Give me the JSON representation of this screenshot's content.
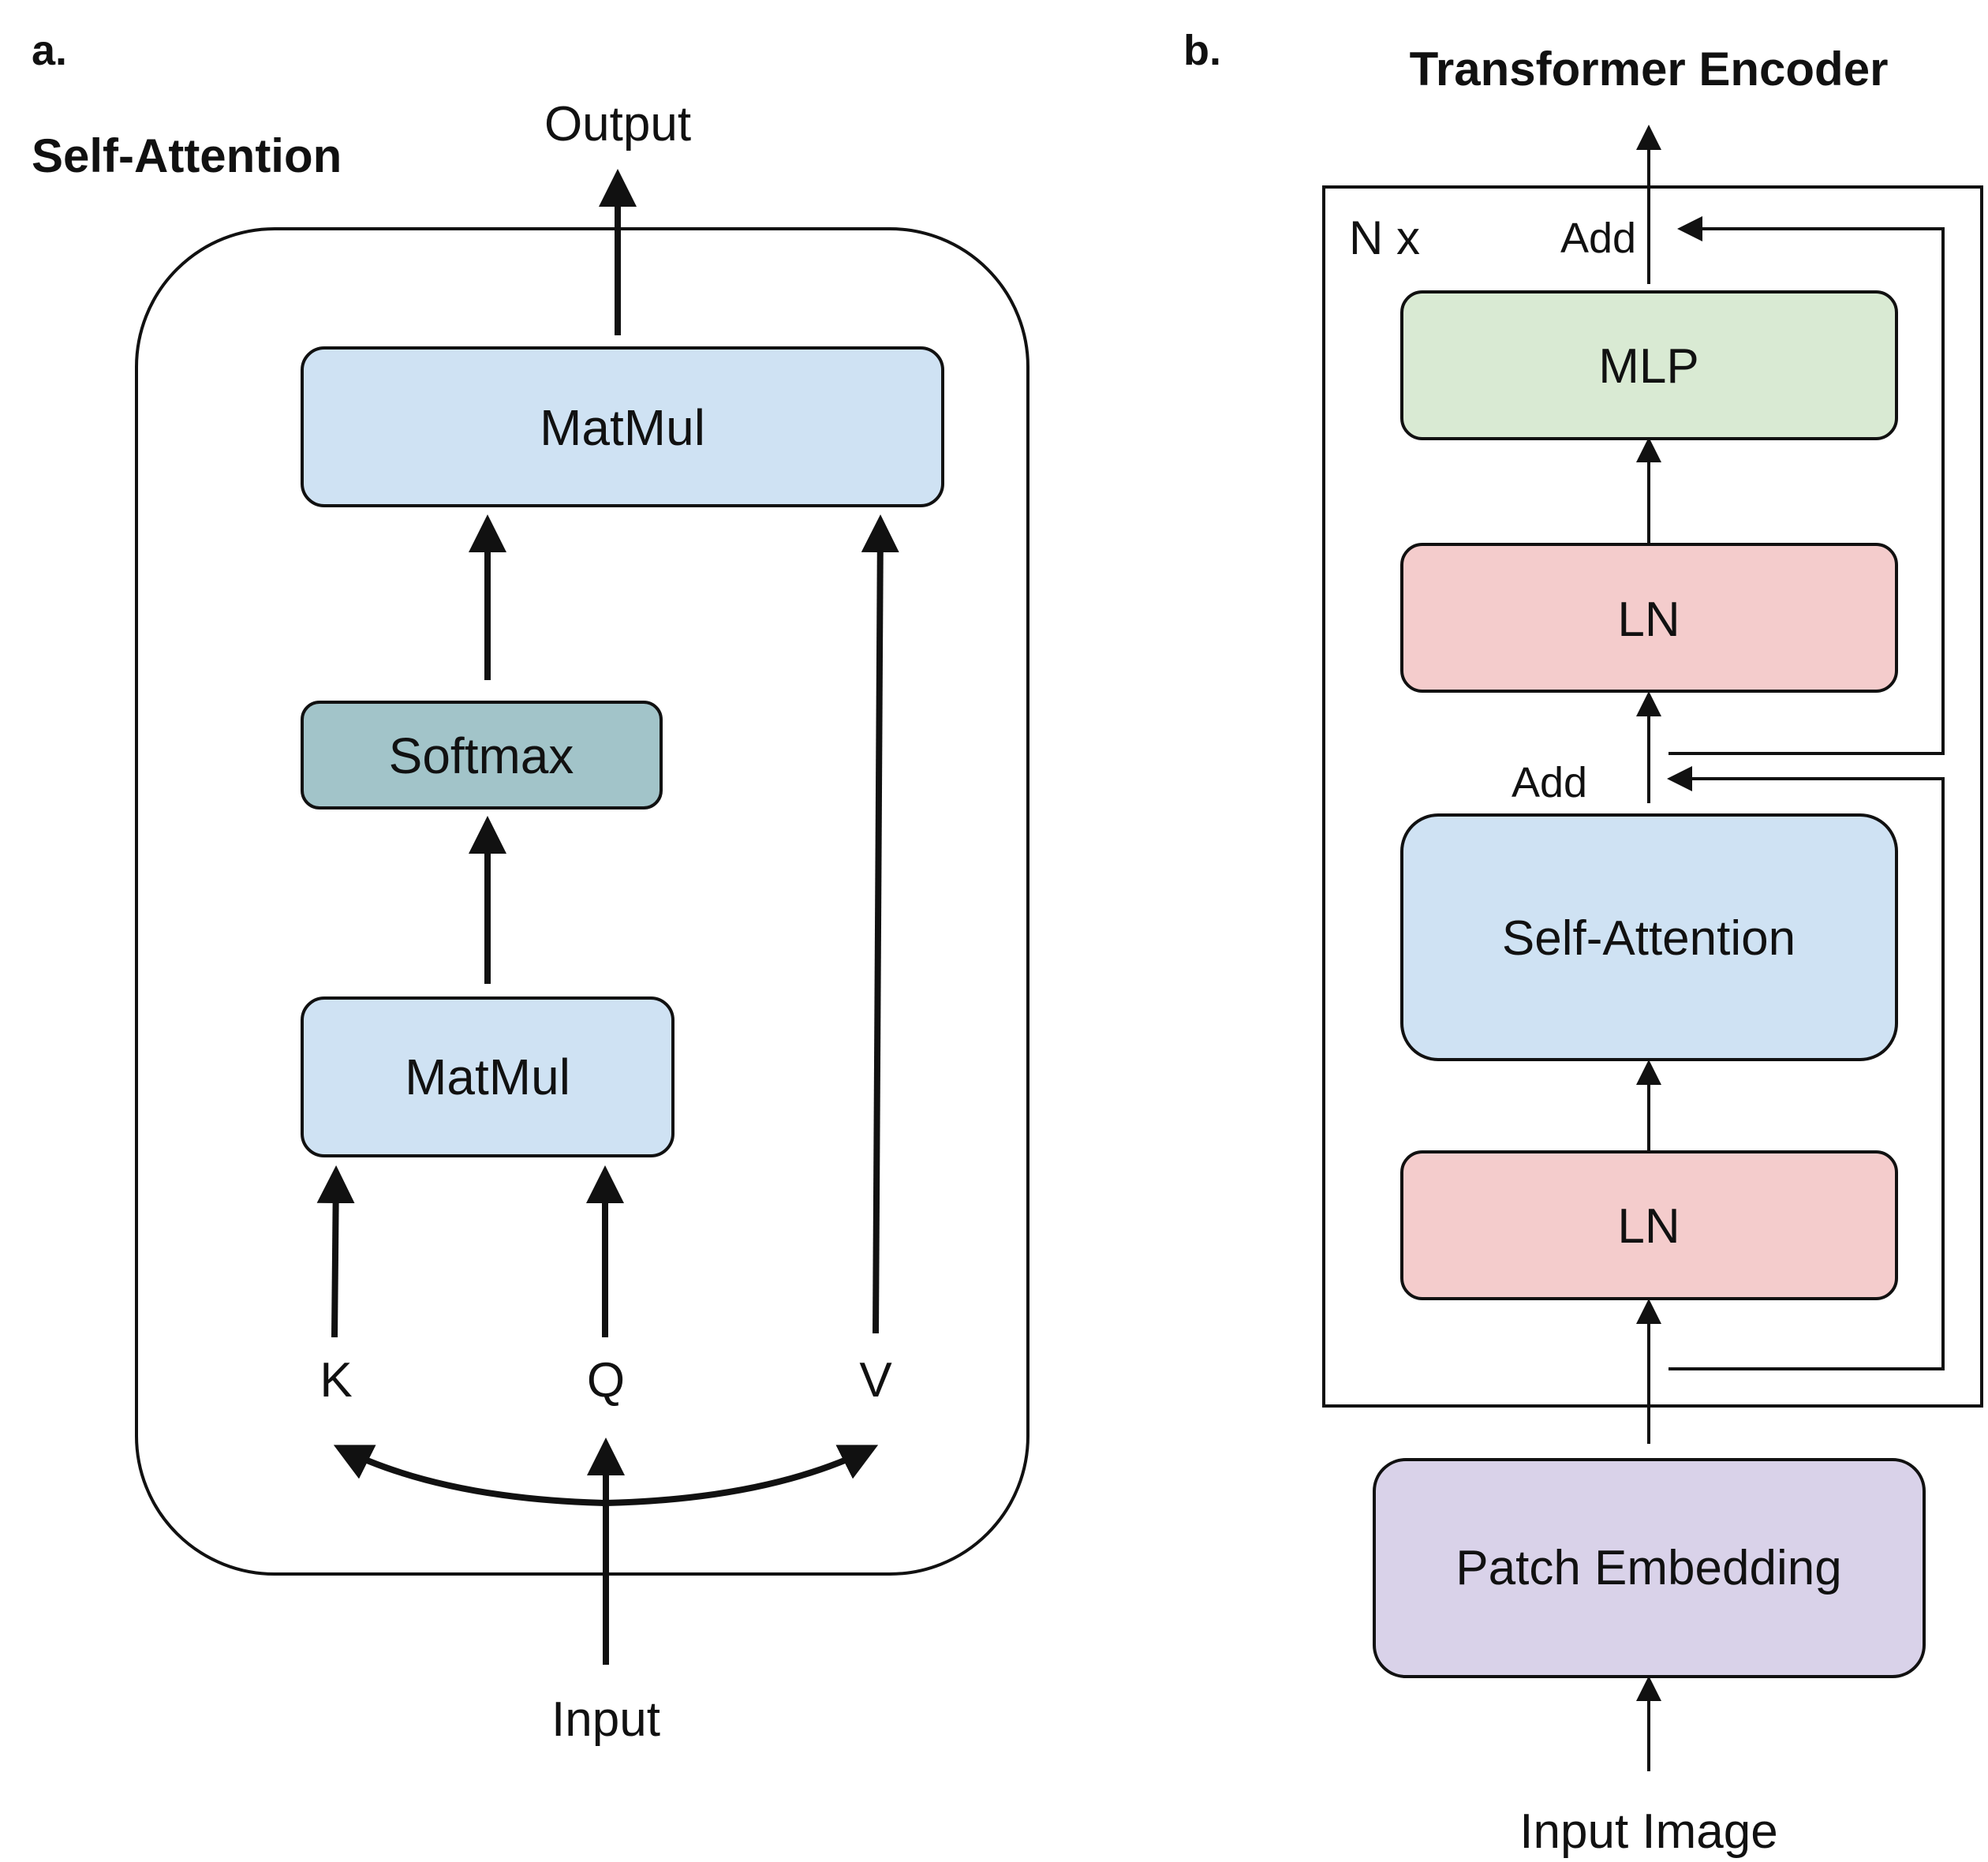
{
  "panel_a": {
    "label": "a.",
    "title": "Self-Attention",
    "output_label": "Output",
    "input_label": "Input",
    "matmul_top": "MatMul",
    "softmax": "Softmax",
    "matmul_bottom": "MatMul",
    "k_label": "K",
    "q_label": "Q",
    "v_label": "V"
  },
  "panel_b": {
    "label": "b.",
    "title": "Transformer Encoder",
    "repeat_label": "N x",
    "add_top": "Add",
    "add_mid": "Add",
    "mlp": "MLP",
    "ln_top": "LN",
    "self_attention": "Self-Attention",
    "ln_bottom": "LN",
    "patch_embedding": "Patch Embedding",
    "input_image": "Input Image"
  },
  "colors": {
    "matmul": "#cfe2f3",
    "softmax": "#a2c4c9",
    "mlp": "#d9ead3",
    "ln": "#f4cccc",
    "self_attention": "#cfe2f3",
    "patch_embedding": "#d9d2e9",
    "stroke": "#111111"
  }
}
